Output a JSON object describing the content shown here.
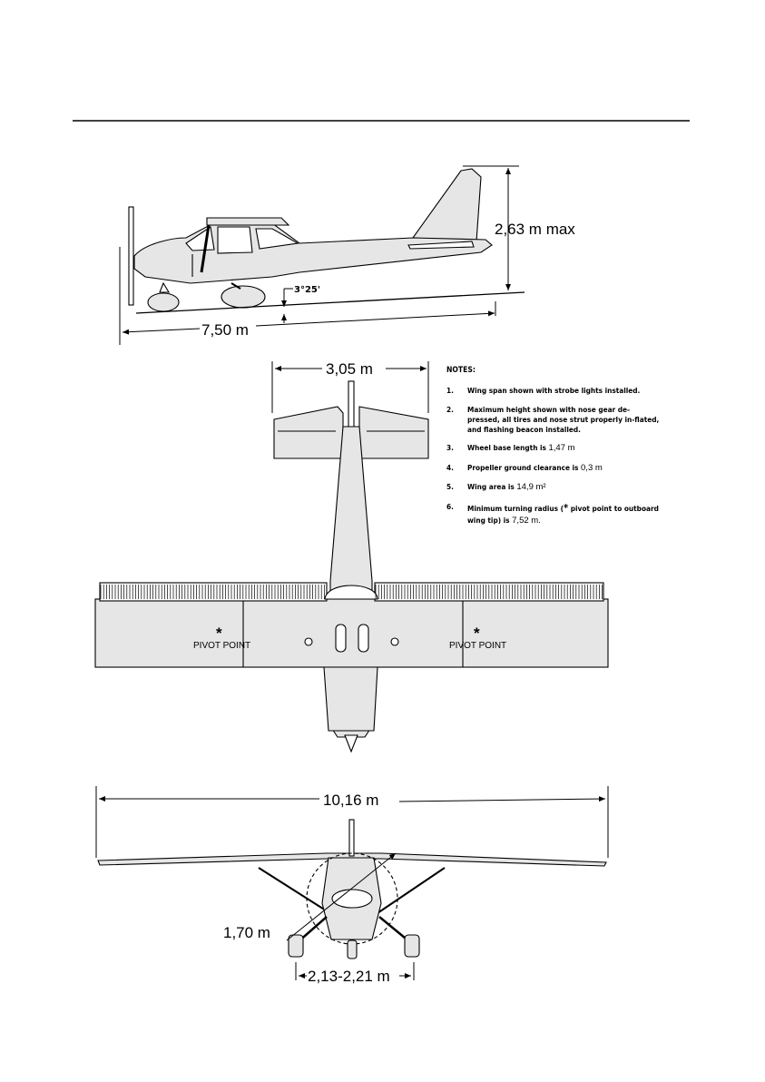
{
  "dimensions": {
    "height": "2,63 m max",
    "length": "7,50 m",
    "angle": "3°25'",
    "tail_span": "3,05 m",
    "wing_span": "10,16 m",
    "prop_clearance": "1,70 m",
    "track": "2,13-2,21 m"
  },
  "labels": {
    "pivot_point": "PIVOT POINT",
    "pivot_symbol": "*"
  },
  "notes": {
    "title": "NOTES:",
    "items": [
      {
        "num": "1.",
        "text": "Wing span shown with strobe lights installed."
      },
      {
        "num": "2.",
        "text": "Maximum height shown with nose gear de-pressed, all tires and nose strut properly in-flated, and flashing beacon installed."
      },
      {
        "num": "3.",
        "text": "Wheel base length is",
        "value": "1,47 m"
      },
      {
        "num": "4.",
        "text": "Propeller ground clearance is",
        "value": "0,3 m"
      },
      {
        "num": "5.",
        "text": "Wing area is",
        "value": "14,9 m²"
      },
      {
        "num": "6.",
        "text_before": "Minimum turning radius (",
        "star": "*",
        "text_after": "pivot point to outboard wing tip) is",
        "value": "7,52 m."
      }
    ]
  }
}
